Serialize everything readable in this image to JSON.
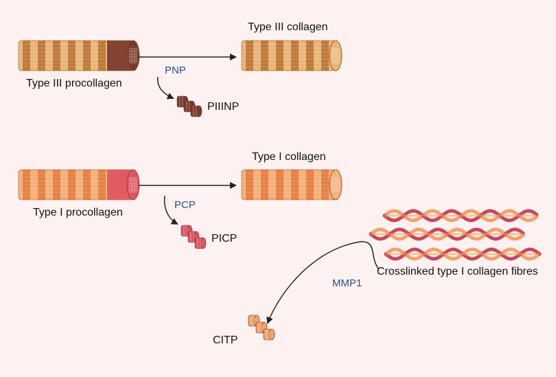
{
  "labels": {
    "type3_procollagen": "Type III procollagen",
    "type3_collagen": "Type III collagen",
    "piiinp": "PIIINP",
    "type1_procollagen": "Type I procollagen",
    "type1_collagen": "Type I collagen",
    "picp": "PICP",
    "crosslinked_fibres": "Crosslinked type I collagen fibres",
    "citp": "CITP"
  },
  "enzymes": {
    "pnp": "PNP",
    "pcp": "PCP",
    "mmp1": "MMP1"
  },
  "colors": {
    "background": "#fdf1f1",
    "type3_light": "#e9b57a",
    "type3_dark": "#b8702f",
    "type3_cap": "#7a3b2c",
    "type1_light": "#f4b07d",
    "type1_dark": "#e07a3a",
    "type1_cap": "#dd5560",
    "fibre_red": "#c84858",
    "fibre_orange": "#f0a36a",
    "enzyme_text": "#2f4f86",
    "arrow": "#222222"
  },
  "icons": {
    "piiinp": "peptide-fragment-brown-icon",
    "picp": "peptide-fragment-red-icon",
    "citp": "peptide-fragment-orange-icon"
  }
}
